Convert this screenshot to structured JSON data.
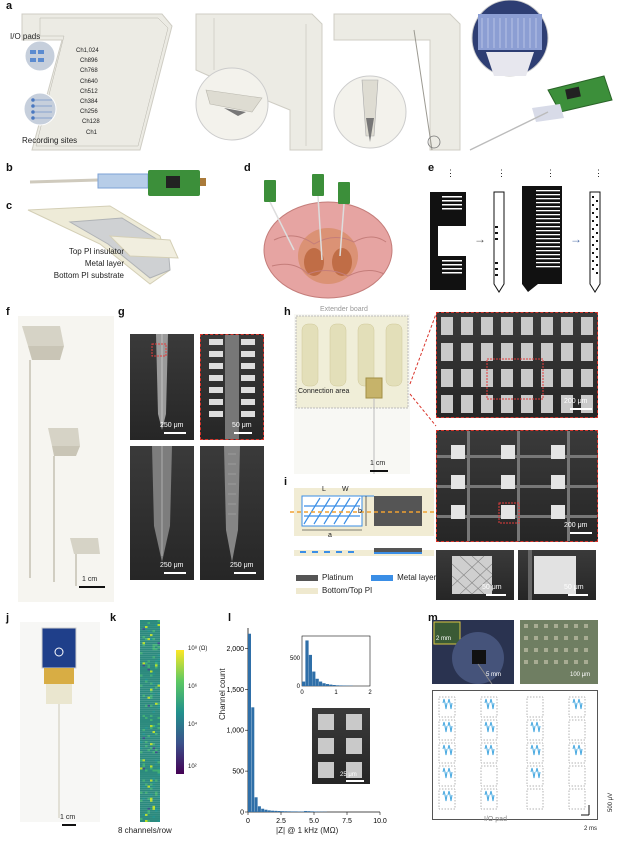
{
  "panels": {
    "a": "a",
    "b": "b",
    "c": "c",
    "d": "d",
    "e": "e",
    "f": "f",
    "g": "g",
    "h": "h",
    "i": "i",
    "j": "j",
    "k": "k",
    "l": "l",
    "m": "m"
  },
  "panel_a": {
    "io_pads": "I/O pads",
    "recording_sites": "Recording sites",
    "channels": [
      "Ch1,024",
      "Ch896",
      "Ch768",
      "Ch640",
      "Ch512",
      "Ch384",
      "Ch256",
      "Ch128",
      "Ch1"
    ]
  },
  "panel_c": {
    "layers": [
      "Top PI insulator",
      "Metal layer",
      "Bottom PI substrate"
    ]
  },
  "panel_e": {
    "arrows": [
      "→",
      "→"
    ],
    "dots": "⋮"
  },
  "panel_f": {
    "scale": "1 cm"
  },
  "panel_g": {
    "scales": [
      "250 μm",
      "50 μm",
      "250 μm",
      "250 μm"
    ]
  },
  "panel_h": {
    "extender": "Extender board",
    "connection": "Connection area",
    "scales": [
      "1 cm",
      "200 μm",
      "200 μm",
      "50 μm",
      "50 μm"
    ]
  },
  "panel_i": {
    "dims": [
      "L",
      "W",
      "b",
      "a"
    ],
    "legend": [
      "Platinum",
      "Metal layer",
      "Bottom/Top PI"
    ],
    "legend_colors": [
      "#555555",
      "#3a8ee6",
      "#efe9cf"
    ]
  },
  "panel_j": {
    "scale": "1 cm"
  },
  "panel_k": {
    "colorbar_ticks": [
      "10⁸ (Ω)",
      "10⁶",
      "10⁴",
      "10²"
    ],
    "caption": "8 channels/row"
  },
  "panel_m": {
    "scales": [
      "2 mm",
      "5 mm",
      "100 μm"
    ],
    "io_pad": "I/O pad",
    "scale_time": "2 ms",
    "scale_volt": "500 μV"
  },
  "chart_data": {
    "type": "bar",
    "xlabel": "|Z| @ 1 kHz (MΩ)",
    "ylabel": "Channel count",
    "xlim": [
      0,
      10
    ],
    "ylim": [
      0,
      2250
    ],
    "xticks": [
      "0",
      "2.5",
      "5.0",
      "7.5",
      "10.0"
    ],
    "yticks": [
      "0",
      "500",
      "1,000",
      "1,500",
      "2,000"
    ],
    "bin_width": 0.25,
    "x": [
      0.125,
      0.375,
      0.625,
      0.875,
      1.125,
      1.375,
      1.625,
      1.875,
      2.125,
      2.375,
      2.625,
      2.875,
      3.125,
      3.375,
      3.625,
      3.875,
      4.125,
      4.375,
      4.625,
      4.875,
      5.125,
      5.375,
      5.625,
      5.875
    ],
    "values": [
      2180,
      1280,
      180,
      70,
      40,
      28,
      20,
      16,
      14,
      12,
      10,
      9,
      8,
      7,
      7,
      6,
      6,
      12,
      10,
      8,
      6,
      5,
      4,
      3
    ],
    "inset": {
      "xlim": [
        0,
        2
      ],
      "ylim": [
        0,
        900
      ],
      "xticks": [
        "0",
        "1",
        "2"
      ],
      "yticks": [
        "0",
        "500"
      ],
      "x": [
        0.05,
        0.15,
        0.25,
        0.35,
        0.45,
        0.55,
        0.65,
        0.75,
        0.85,
        0.95,
        1.05,
        1.15,
        1.25,
        1.35,
        1.45
      ],
      "values": [
        80,
        820,
        560,
        260,
        130,
        80,
        50,
        35,
        25,
        18,
        12,
        10,
        8,
        6,
        5
      ]
    },
    "inset_scale": "25 μm"
  }
}
